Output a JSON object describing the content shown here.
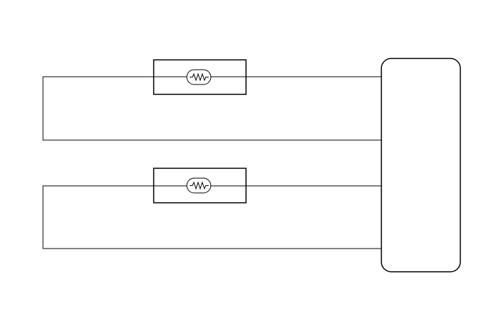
{
  "diagram": {
    "colors": {
      "stroke": "#000000",
      "background": "#ffffff"
    },
    "components": [
      {
        "type": "resistor-in-box",
        "icon": "resistor-icon"
      },
      {
        "type": "resistor-in-box",
        "icon": "resistor-icon"
      }
    ],
    "device": {
      "type": "rounded-rectangle-block"
    },
    "labels": []
  }
}
